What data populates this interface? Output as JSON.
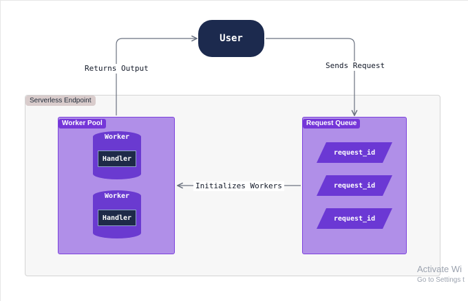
{
  "user": {
    "label": "User"
  },
  "endpoint": {
    "label": "Serverless Endpoint"
  },
  "worker_pool": {
    "label": "Worker Pool",
    "workers": [
      {
        "title": "Worker",
        "handler": "Handler"
      },
      {
        "title": "Worker",
        "handler": "Handler"
      }
    ]
  },
  "request_queue": {
    "label": "Request Queue",
    "items": [
      "request_id",
      "request_id",
      "request_id"
    ]
  },
  "flows": {
    "returns_output": "Returns Output",
    "sends_request": "Sends Request",
    "initializes_workers": "Initializes Workers"
  },
  "watermark": {
    "title": "Activate Wi",
    "subtitle": "Go to Settings t"
  },
  "colors": {
    "user_fill": "#1c2a4e",
    "pool_fill": "#b08fe8",
    "pool_border": "#7b40dc",
    "label_fill": "#7536d8",
    "cylinder": "#6a3ad0",
    "handler_fill": "#1e2a48",
    "request_fill": "#6b38d4",
    "arrow": "#6b7280"
  }
}
